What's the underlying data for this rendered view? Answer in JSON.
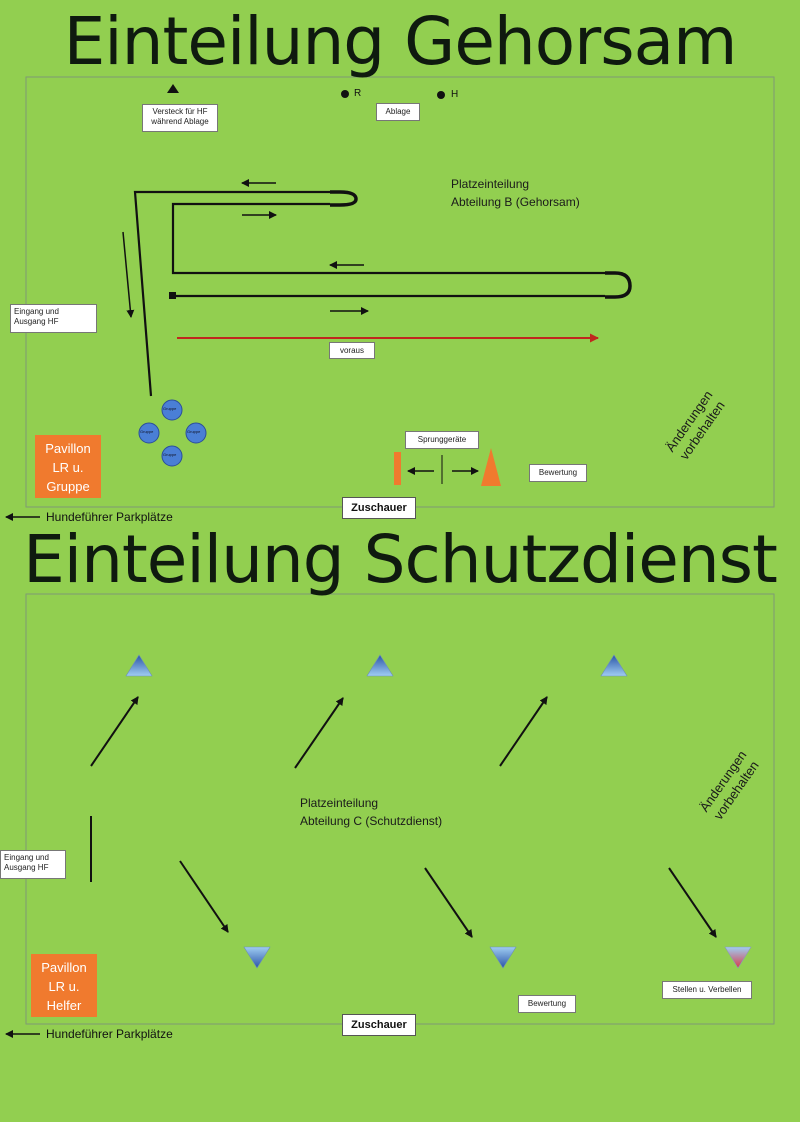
{
  "gehorsam": {
    "title": "Einteilung Gehorsam",
    "versteck_line1": "Versteck für HF",
    "versteck_line2": "während Ablage",
    "ablage": "Ablage",
    "marker_r": "R",
    "marker_h": "H",
    "platz_line1": "Platzeinteilung",
    "platz_line2": "Abteilung B (Gehorsam)",
    "eingang_line1": "Eingang und",
    "eingang_line2": "Ausgang HF",
    "voraus": "voraus",
    "gruppe_label": "Gruppe",
    "pavillon_line1": "Pavillon",
    "pavillon_line2": "LR u.",
    "pavillon_line3": "Gruppe",
    "sprunggeraete": "Sprunggeräte",
    "bewertung": "Bewertung",
    "aenderungen_line1": "Änderungen",
    "aenderungen_line2": "vorbehalten",
    "zuschauer": "Zuschauer",
    "parkplaetze": "Hundeführer Parkplätze"
  },
  "schutzdienst": {
    "title": "Einteilung Schutzdienst",
    "platz_line1": "Platzeinteilung",
    "platz_line2": "Abteilung C (Schutzdienst)",
    "eingang_line1": "Eingang und",
    "eingang_line2": "Ausgang HF",
    "pavillon_line1": "Pavillon",
    "pavillon_line2": "LR u.",
    "pavillon_line3": "Helfer",
    "bewertung": "Bewertung",
    "stellen": "Stellen u. Verbellen",
    "aenderungen_line1": "Änderungen",
    "aenderungen_line2": "vorbehalten",
    "zuschauer": "Zuschauer",
    "parkplaetze": "Hundeführer Parkplätze"
  },
  "colors": {
    "field": "#92cf50",
    "border": "#7f9a74",
    "pavillon": "#f07a2e",
    "voraus_line": "#c0281e",
    "gruppe_circle": "#4a7fd6",
    "blind_top": "#7fb6e8",
    "blind_bottom": "#2a54a8",
    "stellen_bottom": "#d63a4a"
  }
}
